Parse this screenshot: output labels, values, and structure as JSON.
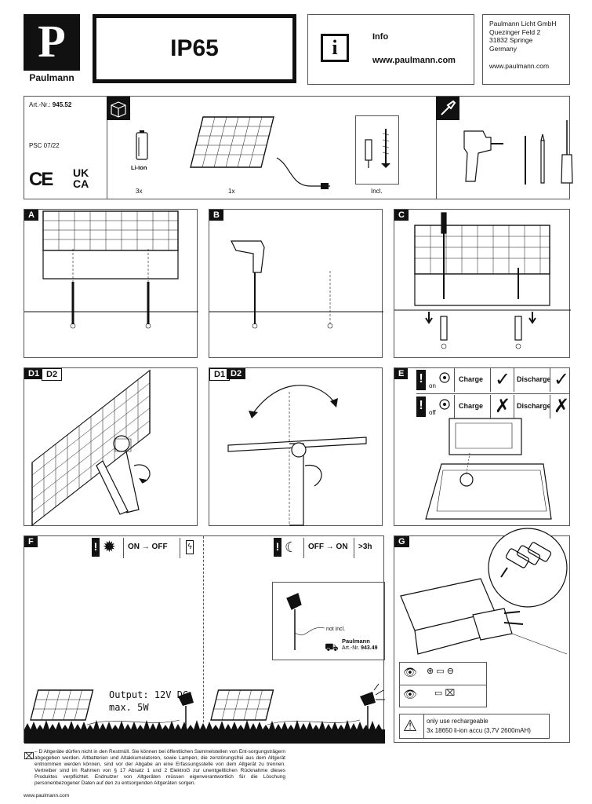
{
  "header": {
    "brand": "Paulmann",
    "brand_letter": "P",
    "rating": "IP65",
    "info_label": "Info",
    "info_url": "www.paulmann.com",
    "company": [
      "Paulmann Licht GmbH",
      "Quezinger Feld 2",
      "31832 Springe",
      "Germany"
    ],
    "company_url": "www.paulmann.com"
  },
  "product": {
    "art_label": "Art.-Nr.:",
    "art_number": "945.52",
    "psc": "PSC 07/22",
    "marks": [
      "CE",
      "UK",
      "CA"
    ],
    "battery_label": "Li-Ion",
    "contents": [
      {
        "qty": "3x",
        "icon": "battery-icon"
      },
      {
        "qty": "1x",
        "icon": "solar-panel-icon"
      },
      {
        "qty": "Incl.",
        "icon": "screws-dowels-icon"
      }
    ]
  },
  "steps": {
    "A": "A",
    "B": "B",
    "C": "C",
    "D1": "D1",
    "D2": "D2",
    "E": "E",
    "F": "F",
    "G": "G"
  },
  "step_e": {
    "on_label": "on",
    "off_label": "off",
    "rows": [
      {
        "charge": "Charge",
        "charge_mark": "✓",
        "discharge": "Discharge",
        "discharge_mark": "✓"
      },
      {
        "charge": "Charge",
        "charge_mark": "✗",
        "discharge": "Discharge",
        "discharge_mark": "✗"
      }
    ]
  },
  "step_f": {
    "day_text": "ON → OFF",
    "night_text": "OFF → ON",
    "night_time": ">3h",
    "output_line1": "Output: 12V DC",
    "output_line2": "max. 5W",
    "not_incl": "not incl.",
    "accessory_brand": "Paulmann",
    "accessory_art_label": "Art.-Nr.",
    "accessory_art": "943.49"
  },
  "step_g": {
    "warning_line1": "only use rechargeable",
    "warning_line2": "3x 18650 li-ion accu (3,7V 2600mAH)"
  },
  "disposal": {
    "text": "– D Altgeräte dürfen nicht in den Restmüll. Sie können bei öffentlichen Sammelstellen von Ent-sorgungsträgern abgegeben werden. Altbatterien und Altakkumulatoren, sowie Lampen, die zerstörungsfrei aus dem Altgerät entnommen werden können, sind vor der Abgabe an eine Erfassungsstelle von dem Altgerät zu trennen. Vertreiber sind im Rahmen von § 17 Absatz 1 und 2 ElektroG zur unentgeltlichen Rücknahme dieses Produktes verpflichtet. Endnutzer von Altgeräten müssen eigenverantwortlich für die Löschung personenbezogener Daten auf den zu entsorgenden Altgeräten sorgen.",
    "url": "www.paulmann.com"
  }
}
